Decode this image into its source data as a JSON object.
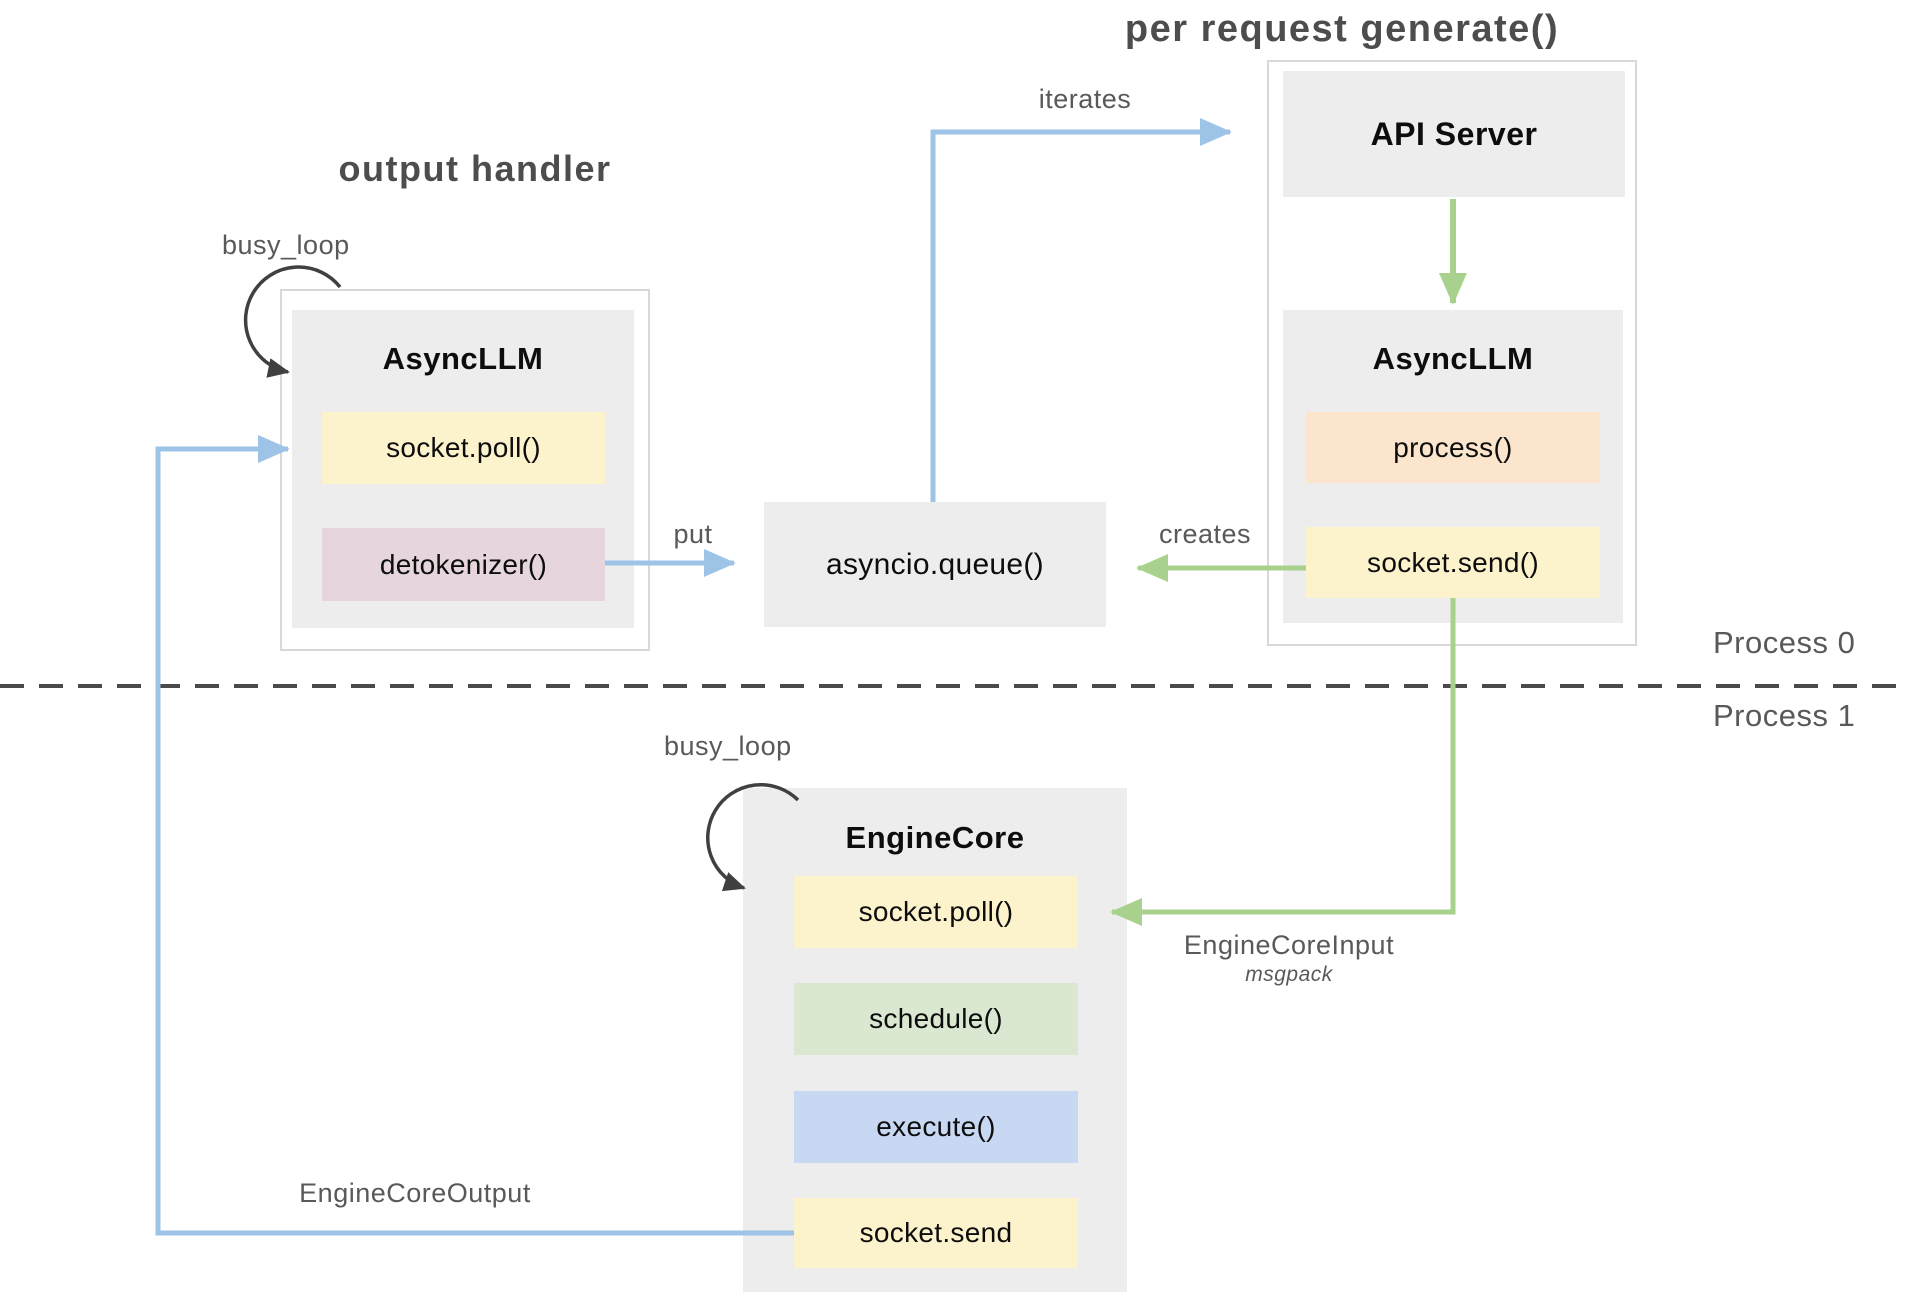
{
  "titles": {
    "output_handler": "output handler",
    "per_request_generate": "per request generate()"
  },
  "process_labels": {
    "process0": "Process 0",
    "process1": "Process 1"
  },
  "edge_labels": {
    "busy_loop_top": "busy_loop",
    "busy_loop_bottom": "busy_loop",
    "iterates": "iterates",
    "put": "put",
    "creates": "creates",
    "engine_core_input": "EngineCoreInput",
    "engine_core_input_format": "msgpack",
    "engine_core_output": "EngineCoreOutput"
  },
  "nodes": {
    "async_llm_left": {
      "title": "AsyncLLM",
      "methods": [
        "socket.poll()",
        "detokenizer()"
      ]
    },
    "api_server": {
      "title": "API Server"
    },
    "async_llm_right": {
      "title": "AsyncLLM",
      "methods": [
        "process()",
        "socket.send()"
      ]
    },
    "asyncio_queue": {
      "label": "asyncio.queue()"
    },
    "engine_core": {
      "title": "EngineCore",
      "methods": [
        "socket.poll()",
        "schedule()",
        "execute()",
        "socket.send"
      ]
    }
  },
  "colors": {
    "arrow_blue": "#9DC3E6",
    "arrow_green": "#A9D18E",
    "loop_arrow": "#404040",
    "box_yellow": "#FCF2CC",
    "box_pink": "#E7D5DE",
    "box_orange": "#FBE5CD",
    "box_green": "#DAE8D1",
    "box_blue": "#C8D8F2",
    "box_gray": "#EDEDED",
    "container_border": "#D8D8D8",
    "label_gray": "#595959",
    "dashed_divider": "#4A4A4A"
  }
}
